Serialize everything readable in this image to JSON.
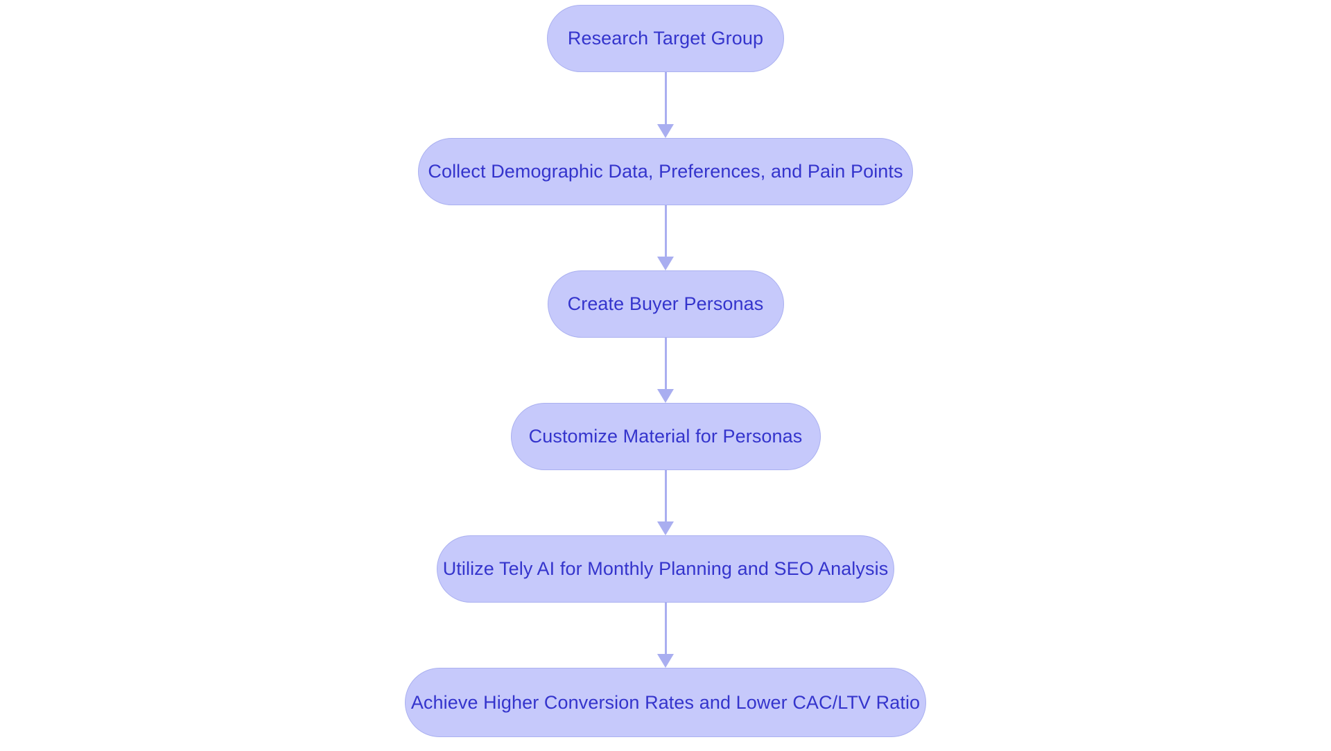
{
  "diagram": {
    "type": "flowchart",
    "orientation": "top-to-bottom",
    "background_color": "#ffffff",
    "node_fill_color": "#c6c9fb",
    "node_border_color": "#aab0f0",
    "node_text_color": "#3434cc",
    "connector_color": "#a9aef0",
    "nodes": [
      {
        "id": "node-research-target-group",
        "label": "Research Target Group"
      },
      {
        "id": "node-collect-demographic-data",
        "label": "Collect Demographic Data, Preferences, and Pain Points"
      },
      {
        "id": "node-create-buyer-personas",
        "label": "Create Buyer Personas"
      },
      {
        "id": "node-customize-material",
        "label": "Customize Material for Personas"
      },
      {
        "id": "node-utilize-tely-ai",
        "label": "Utilize Tely AI for Monthly Planning and SEO Analysis"
      },
      {
        "id": "node-achieve-higher-conversion",
        "label": "Achieve Higher Conversion Rates and Lower CAC/LTV Ratio"
      }
    ],
    "edges": [
      {
        "from": "node-research-target-group",
        "to": "node-collect-demographic-data"
      },
      {
        "from": "node-collect-demographic-data",
        "to": "node-create-buyer-personas"
      },
      {
        "from": "node-create-buyer-personas",
        "to": "node-customize-material"
      },
      {
        "from": "node-customize-material",
        "to": "node-utilize-tely-ai"
      },
      {
        "from": "node-utilize-tely-ai",
        "to": "node-achieve-higher-conversion"
      }
    ]
  }
}
